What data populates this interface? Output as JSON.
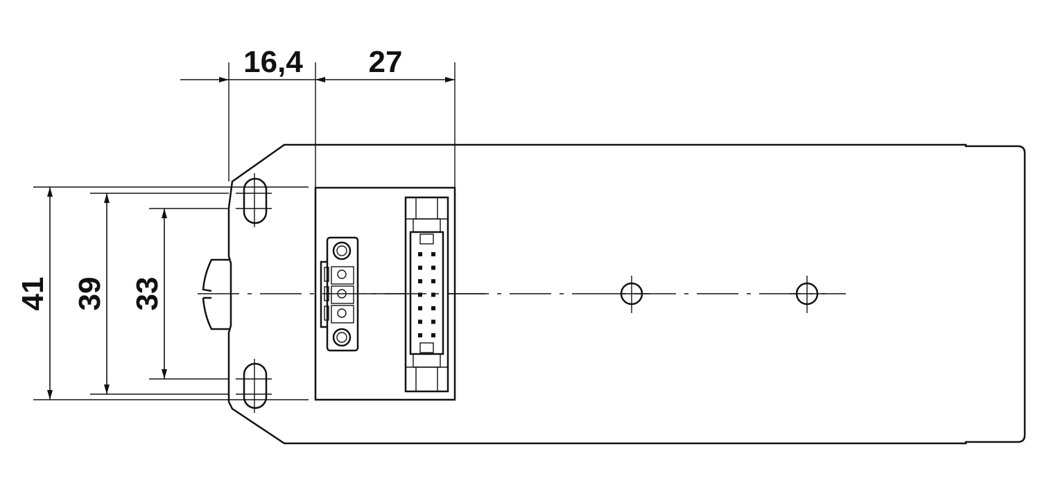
{
  "dimensions": {
    "horizontal": [
      {
        "label": "16,4"
      },
      {
        "label": "27"
      }
    ],
    "vertical": [
      {
        "label": "41"
      },
      {
        "label": "39"
      },
      {
        "label": "33"
      }
    ]
  },
  "colors": {
    "line": "#111111",
    "background": "#ffffff"
  }
}
